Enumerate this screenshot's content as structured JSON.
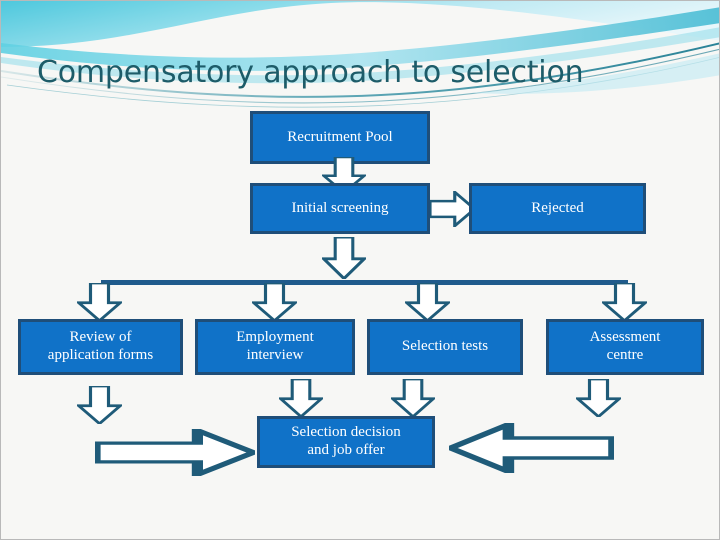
{
  "slide": {
    "title": "Compensatory approach to selection",
    "background_color": "#f7f7f5",
    "title_color": "#1d5c69",
    "box_fill_color": "#1072c8",
    "box_border_color": "#1f4e79",
    "arrow_stroke_color": "#1f5b79",
    "banner_color": "#5dcbde"
  },
  "flowchart": {
    "nodes": [
      {
        "id": "recruitment-pool",
        "label": "Recruitment Pool"
      },
      {
        "id": "initial-screening",
        "label": "Initial screening"
      },
      {
        "id": "rejected",
        "label": "Rejected"
      },
      {
        "id": "review-application-forms",
        "line1": "Review of",
        "line2": "application forms"
      },
      {
        "id": "employment-interview",
        "line1": "Employment",
        "line2": "interview"
      },
      {
        "id": "selection-tests",
        "label": "Selection tests"
      },
      {
        "id": "assessment-centre",
        "line1": "Assessment",
        "line2": "centre"
      },
      {
        "id": "selection-decision",
        "line1": "Selection decision",
        "line2": "and job offer"
      }
    ],
    "connectors": [
      {
        "id": "pool-to-screening",
        "direction": "down"
      },
      {
        "id": "screening-to-rejected",
        "direction": "right"
      },
      {
        "id": "screening-to-distribution",
        "direction": "down"
      },
      {
        "id": "distribution-to-review",
        "direction": "down"
      },
      {
        "id": "distribution-to-interview",
        "direction": "down"
      },
      {
        "id": "distribution-to-tests",
        "direction": "down"
      },
      {
        "id": "distribution-to-assessment",
        "direction": "down"
      },
      {
        "id": "review-down",
        "direction": "down"
      },
      {
        "id": "review-to-decision",
        "direction": "right"
      },
      {
        "id": "interview-to-decision",
        "direction": "down"
      },
      {
        "id": "tests-to-decision",
        "direction": "down"
      },
      {
        "id": "assessment-down",
        "direction": "down"
      },
      {
        "id": "assessment-to-decision",
        "direction": "left"
      }
    ]
  }
}
